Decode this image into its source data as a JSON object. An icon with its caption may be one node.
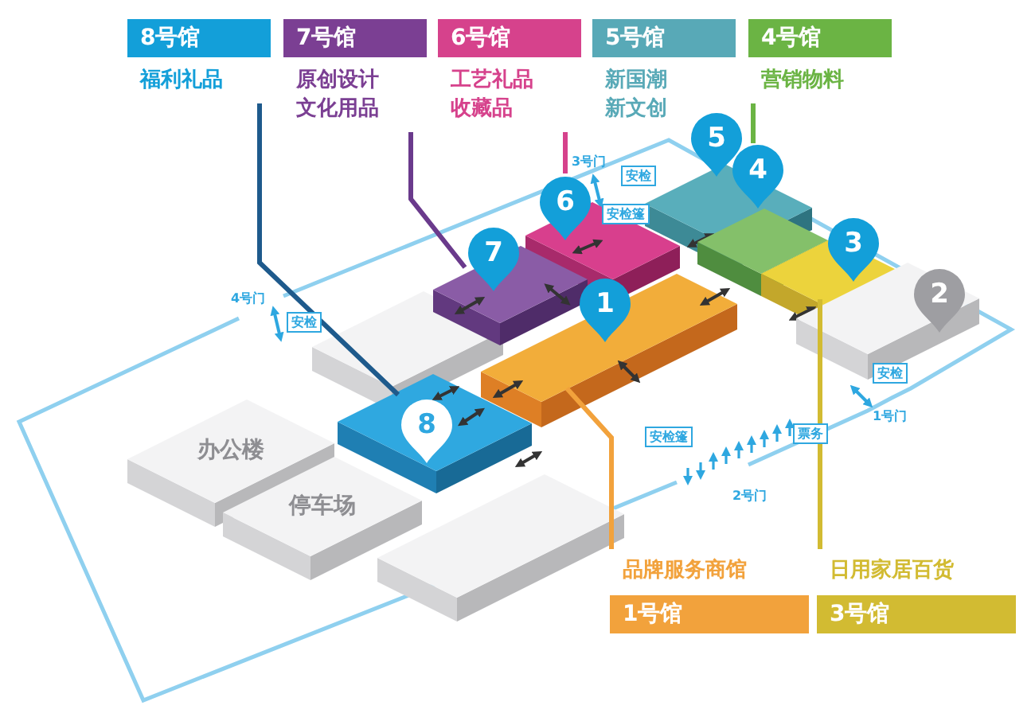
{
  "diagram": {
    "nodes": [
      {
        "text": [
          "8号馆",
          "福利礼品"
        ]
      },
      {
        "text": [
          "7号馆",
          "原创设计文化用品"
        ]
      },
      {
        "text": [
          "6号馆",
          "工艺礼品收藏品"
        ]
      },
      {
        "text": [
          "5号馆",
          "新国潮新文创"
        ]
      },
      {
        "text": [
          "4号馆",
          "营销物料"
        ]
      },
      {
        "text": [
          "5"
        ]
      },
      {
        "text": [
          "4"
        ]
      },
      {
        "text": [
          "6"
        ]
      },
      {
        "text": [
          "3"
        ]
      },
      {
        "text": [
          "7"
        ]
      },
      {
        "text": [
          "2"
        ]
      },
      {
        "text": [
          "1"
        ]
      },
      {
        "text": [],
        "shape": "box"
      },
      {
        "text": [
          "办公楼"
        ]
      },
      {
        "text": [
          "8"
        ]
      },
      {
        "text": [
          "停车场"
        ]
      },
      {
        "text": [],
        "shape": "box"
      },
      {
        "text": [
          "品牌服务商馆",
          "1号馆"
        ]
      },
      {
        "text": [
          "日用家居百货",
          "3号馆"
        ]
      }
    ],
    "edges": [
      {
        "from": 0,
        "to": 14,
        "arrow": "none",
        "color": "#1e5a8c"
      },
      {
        "from": 1,
        "to": 9,
        "arrow": "none",
        "color": "#6a3a8c"
      },
      {
        "from": 2,
        "to": 7,
        "arrow": "none",
        "color": "#d6428c"
      },
      {
        "from": 4,
        "to": 6,
        "arrow": "none",
        "color": "#6bb444"
      },
      {
        "from": 17,
        "to": 11,
        "arrow": "none",
        "color": "#f2a23c"
      },
      {
        "from": 18,
        "to": 8,
        "arrow": "none",
        "color": "#d2bb32"
      }
    ],
    "labels": [
      "3号门",
      "安检",
      "安检篷",
      "4号门",
      "安检",
      "安检",
      "1号门",
      "安检篷",
      "票务",
      "2号门"
    ]
  }
}
